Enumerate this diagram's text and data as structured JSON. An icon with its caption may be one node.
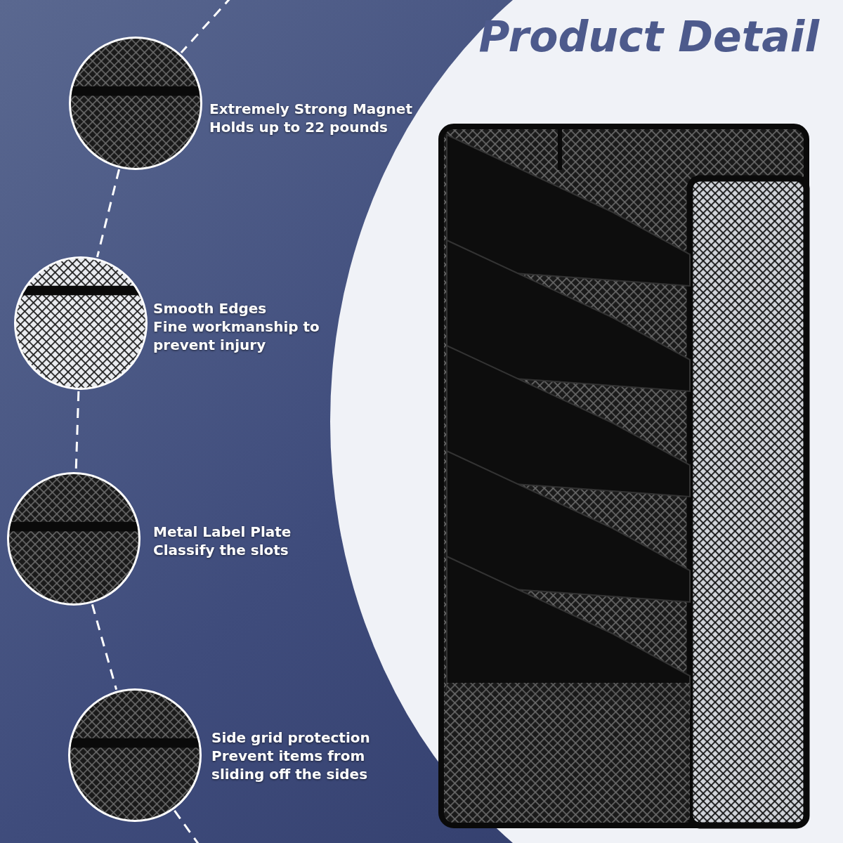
{
  "diagram": {
    "title": "Product Detail",
    "nodes": [
      {
        "text": [],
        "shape": "picture",
        "beside": [
          "Extremely Strong Magnet",
          "Holds up to 22 pounds"
        ]
      },
      {
        "text": [],
        "shape": "picture",
        "beside": [
          "Smooth Edges",
          "Fine workmanship to prevent injury"
        ]
      },
      {
        "text": [],
        "shape": "picture",
        "beside": [
          "Metal Label Plate",
          "Classify the slots"
        ]
      },
      {
        "text": [],
        "shape": "picture",
        "beside": [
          "Side grid protection",
          "Prevent items from sliding off the sides"
        ]
      }
    ],
    "edges": [
      {
        "from": null,
        "to": 0,
        "arrow": "none",
        "style": "dashed"
      },
      {
        "from": 0,
        "to": 1,
        "arrow": "none",
        "style": "dashed"
      },
      {
        "from": 1,
        "to": 2,
        "arrow": "none",
        "style": "dashed"
      },
      {
        "from": 2,
        "to": 3,
        "arrow": "none",
        "style": "dashed"
      },
      {
        "from": 3,
        "to": null,
        "arrow": "none",
        "style": "dashed"
      }
    ]
  }
}
